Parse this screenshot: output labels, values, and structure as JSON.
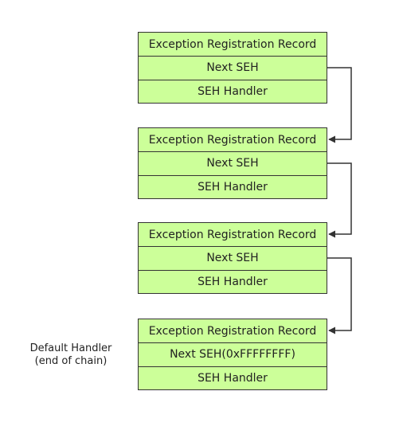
{
  "records": [
    {
      "header": "Exception Registration Record",
      "next": "Next SEH",
      "handler": "SEH Handler"
    },
    {
      "header": "Exception Registration Record",
      "next": "Next SEH",
      "handler": "SEH Handler"
    },
    {
      "header": "Exception Registration Record",
      "next": "Next SEH",
      "handler": "SEH Handler"
    },
    {
      "header": "Exception Registration Record",
      "next": "Next SEH(0xFFFFFFFF)",
      "handler": "SEH Handler"
    }
  ],
  "default_handler": {
    "line1": "Default Handler",
    "line2": "(end of chain)"
  },
  "colors": {
    "cell_fill": "#ccff99",
    "border": "#333333",
    "arrow": "#333333"
  }
}
